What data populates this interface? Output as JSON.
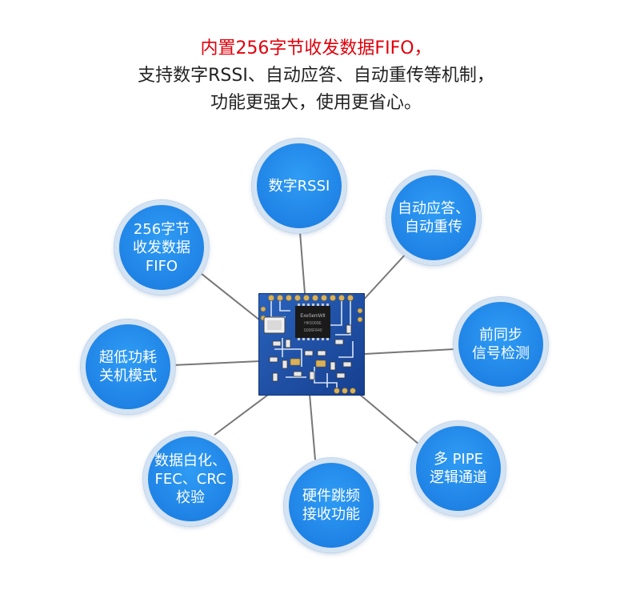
{
  "header": {
    "line1": "内置256字节收发数据FIFO，",
    "line2": "支持数字RSSI、自动应答、自动重传等机制，",
    "line3": "功能更强大，使用更省心。"
  },
  "features": {
    "rssi": "数字RSSI",
    "auto_ack": "自动应答、\n自动重传",
    "fifo": "256字节\n收发数据\nFIFO",
    "preamble": "前同步\n信号检测",
    "low_power": "超低功耗\n关机模式",
    "whitening": "数据白化、\nFEC、CRC\n校验",
    "multi_pipe": "多 PIPE\n逻辑通道",
    "freq_hop": "硬件跳频\n接收功能"
  },
  "module": {
    "chip_text_1": "ExeSemWlt",
    "chip_text_2": "HK5000E",
    "chip_text_3": "S006F840"
  },
  "colors": {
    "accent_red": "#e0000b",
    "circle_blue": "#1f83e6",
    "board_blue": "#1d4fa6",
    "line_gray": "#777777"
  }
}
